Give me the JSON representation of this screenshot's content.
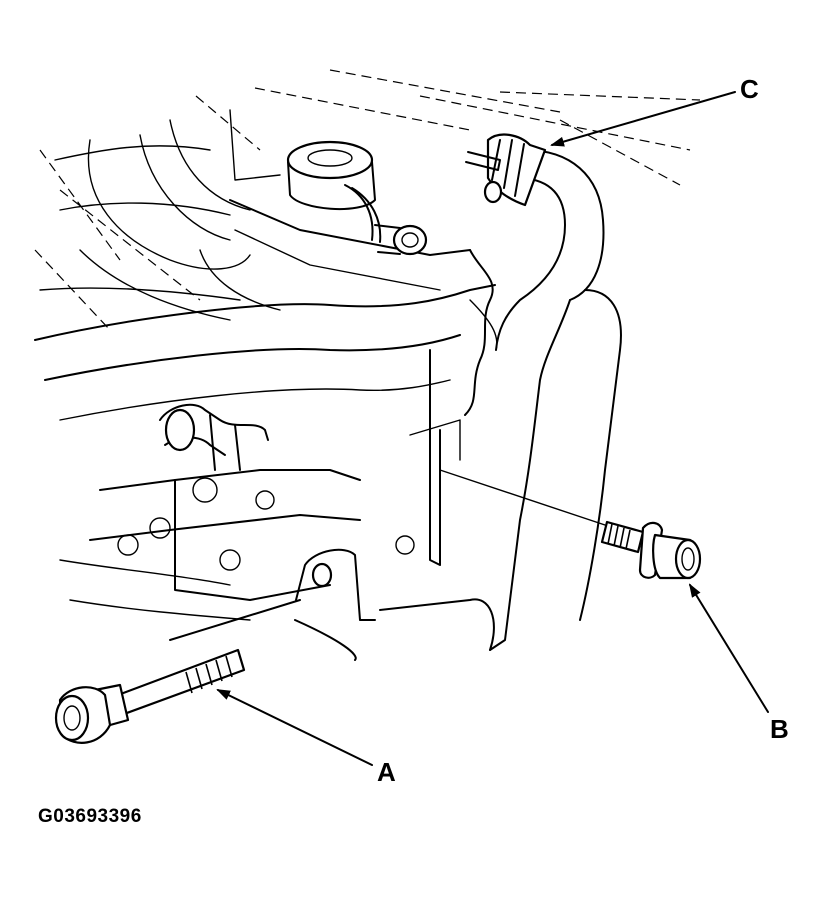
{
  "figure": {
    "id": "G03693396"
  },
  "callouts": [
    {
      "key": "a",
      "text": "A",
      "part": "long-flange-bolt"
    },
    {
      "key": "b",
      "text": "B",
      "part": "short-flange-bolt"
    },
    {
      "key": "c",
      "text": "C",
      "part": "hose-clamp"
    }
  ],
  "colors": {
    "line": "#000000",
    "background": "#ffffff"
  }
}
